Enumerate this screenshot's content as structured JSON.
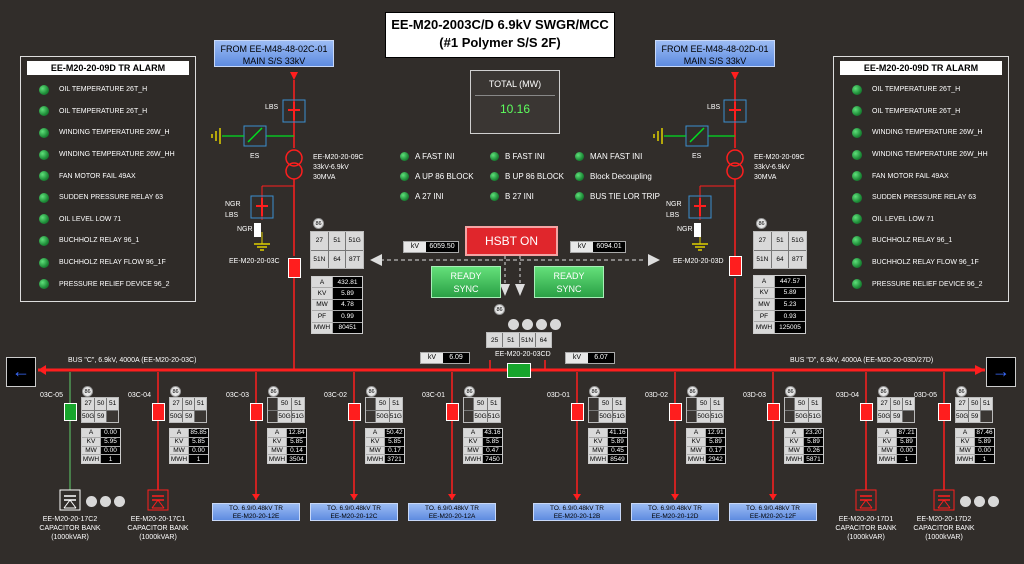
{
  "title": {
    "line1": "EE-M20-2003C/D 6.9kV SWGR/MCC",
    "line2": "(#1 Polymer S/S 2F)"
  },
  "sources": {
    "left": {
      "line1": "FROM EE-M48-48-02C-01",
      "line2": "MAIN S/S 33kV"
    },
    "right": {
      "line1": "FROM EE-M48-48-02D-01",
      "line2": "MAIN S/S 33kV"
    }
  },
  "total": {
    "label": "TOTAL (MW)",
    "value": "10.16"
  },
  "alarm_panels": {
    "title": "EE-M20-20-09D TR ALARM",
    "items": [
      "OIL TEMPERATURE 26T_H",
      "OIL TEMPERATURE 26T_H",
      "WINDING TEMPERATURE 26W_H",
      "WINDING TEMPERATURE 26W_HH",
      "FAN MOTOR FAIL 49AX",
      "SUDDEN PRESSURE RELAY 63",
      "OIL LEVEL LOW 71",
      "BUCHHOLZ RELAY 96_1",
      "BUCHHOLZ RELAY FLOW 96_1F",
      "PRESSURE RELIEF DEVICE 96_2"
    ]
  },
  "indicators": {
    "col1": [
      "A FAST INI",
      "A UP 86 BLOCK",
      "A 27 INI"
    ],
    "col2": [
      "B FAST INI",
      "B UP 86 BLOCK",
      "B 27 INI"
    ],
    "col3": [
      "MAN FAST INI",
      "Block Decoupling",
      "BUS TIE LOR TRIP"
    ]
  },
  "left_tr": {
    "lbs": "LBS",
    "es": "ES",
    "ngr_lbs": "NGR\nLBS",
    "ngr": "NGR",
    "tr_name": "EE-M20-20-09C",
    "tr_ratio": "33kV-6.9kV",
    "tr_rating": "30MVA",
    "breaker": "EE-M20-20-03C",
    "relay": [
      "27",
      "51",
      "51G",
      "51N",
      "64",
      "87T"
    ],
    "r86": "86",
    "kv_label": "kV",
    "kv_value": "6059.50",
    "meter": [
      [
        "A",
        "432.81"
      ],
      [
        "KV",
        "5.89"
      ],
      [
        "MW",
        "4.78"
      ],
      [
        "PF",
        "0.99"
      ],
      [
        "MWH",
        "80451"
      ]
    ]
  },
  "right_tr": {
    "lbs": "LBS",
    "es": "ES",
    "ngr_lbs": "NGR\nLBS",
    "ngr": "NGR",
    "tr_name": "EE-M20-20-09C",
    "tr_ratio": "33kV-6.9kV",
    "tr_rating": "30MVA",
    "breaker": "EE-M20-20-03D",
    "relay": [
      "27",
      "51",
      "51G",
      "51N",
      "64",
      "87T"
    ],
    "r86": "86",
    "kv_label": "kV",
    "kv_value": "6094.01",
    "meter": [
      [
        "A",
        "447.57"
      ],
      [
        "KV",
        "5.89"
      ],
      [
        "MW",
        "5.23"
      ],
      [
        "PF",
        "0.93"
      ],
      [
        "MWH",
        "125005"
      ]
    ]
  },
  "hsbt": "HSBT ON",
  "ready_left": {
    "l1": "READY",
    "l2": "SYNC"
  },
  "ready_right": {
    "l1": "READY",
    "l2": "SYNC"
  },
  "bus_tie": {
    "r86": "86",
    "relay": [
      "25",
      "51",
      "51N",
      "64"
    ],
    "name": "EE-M20-20-03CD",
    "kv_left_label": "kV",
    "kv_left": "6.09",
    "kv_right_label": "kV",
    "kv_right": "6.07"
  },
  "bus_c": "BUS \"C\", 6.9kV, 4000A (EE-M20-20-03C)",
  "bus_d": "BUS \"D\", 6.9kV, 4000A (EE-M20-20-03D/27D)",
  "feeders": [
    {
      "name": "03C-05",
      "relay": [
        "27",
        "50",
        "51",
        "50G",
        "59"
      ],
      "state": "closed",
      "meter": [
        [
          "A",
          "0.00"
        ],
        [
          "KV",
          "5.95"
        ],
        [
          "MW",
          "0.00"
        ],
        [
          "MWH",
          "1"
        ]
      ],
      "load": "cap",
      "cap": [
        "EE-M20-20-17C2",
        "CAPACITOR BANK",
        "(1000kVAR)"
      ]
    },
    {
      "name": "03C-04",
      "relay": [
        "27",
        "50",
        "51",
        "50G",
        "59"
      ],
      "state": "open",
      "meter": [
        [
          "A",
          "85.85"
        ],
        [
          "KV",
          "5.85"
        ],
        [
          "MW",
          "0.00"
        ],
        [
          "MWH",
          "1"
        ]
      ],
      "load": "cap",
      "cap": [
        "EE-M20-20-17C1",
        "CAPACITOR BANK",
        "(1000kVAR)"
      ]
    },
    {
      "name": "03C-03",
      "relay": [
        "50",
        "51",
        "50G",
        "51G"
      ],
      "state": "open",
      "meter": [
        [
          "A",
          "12.84"
        ],
        [
          "KV",
          "5.85"
        ],
        [
          "MW",
          "0.14"
        ],
        [
          "MWH",
          "3504"
        ]
      ],
      "load": "tr",
      "tr": [
        "TO. 6.9/0.48kV TR",
        "EE-M20-20-12E"
      ]
    },
    {
      "name": "03C-02",
      "relay": [
        "50",
        "51",
        "50G",
        "51G"
      ],
      "state": "open",
      "meter": [
        [
          "A",
          "50.42"
        ],
        [
          "KV",
          "5.85"
        ],
        [
          "MW",
          "0.17"
        ],
        [
          "MWH",
          "3721"
        ]
      ],
      "load": "tr",
      "tr": [
        "TO. 6.9/0.48kV TR",
        "EE-M20-20-12C"
      ]
    },
    {
      "name": "03C-01",
      "relay": [
        "50",
        "51",
        "50G",
        "51G"
      ],
      "state": "open",
      "meter": [
        [
          "A",
          "43.16"
        ],
        [
          "KV",
          "5.85"
        ],
        [
          "MW",
          "0.47"
        ],
        [
          "MWH",
          "7450"
        ]
      ],
      "load": "tr",
      "tr": [
        "TO. 6.9/0.48kV TR",
        "EE-M20-20-12A"
      ]
    },
    {
      "name": "03D-01",
      "relay": [
        "50",
        "51",
        "50G",
        "51G"
      ],
      "state": "open",
      "meter": [
        [
          "A",
          "41.16"
        ],
        [
          "KV",
          "5.89"
        ],
        [
          "MW",
          "0.45"
        ],
        [
          "MWH",
          "8549"
        ]
      ],
      "load": "tr",
      "tr": [
        "TO. 6.9/0.48kV TR",
        "EE-M20-20-12B"
      ]
    },
    {
      "name": "03D-02",
      "relay": [
        "50",
        "51",
        "50G",
        "51G"
      ],
      "state": "open",
      "meter": [
        [
          "A",
          "12.91"
        ],
        [
          "KV",
          "5.89"
        ],
        [
          "MW",
          "0.17"
        ],
        [
          "MWH",
          "2942"
        ]
      ],
      "load": "tr",
      "tr": [
        "TO. 6.9/0.48kV TR",
        "EE-M20-20-12D"
      ]
    },
    {
      "name": "03D-03",
      "relay": [
        "50",
        "51",
        "50G",
        "51G"
      ],
      "state": "open",
      "meter": [
        [
          "A",
          "23.20"
        ],
        [
          "KV",
          "5.89"
        ],
        [
          "MW",
          "0.26"
        ],
        [
          "MWH",
          "5871"
        ]
      ],
      "load": "tr",
      "tr": [
        "TO. 6.9/0.48kV TR",
        "EE-M20-20-12F"
      ]
    },
    {
      "name": "03D-04",
      "relay": [
        "27",
        "50",
        "51",
        "50G",
        "59"
      ],
      "state": "open",
      "meter": [
        [
          "A",
          "87.21"
        ],
        [
          "KV",
          "5.89"
        ],
        [
          "MW",
          "0.00"
        ],
        [
          "MWH",
          "1"
        ]
      ],
      "load": "cap",
      "cap": [
        "EE-M20-20-17D1",
        "CAPACITOR BANK",
        "(1000kVAR)"
      ]
    },
    {
      "name": "03D-05",
      "relay": [
        "27",
        "50",
        "51",
        "50G",
        "59"
      ],
      "state": "open",
      "meter": [
        [
          "A",
          "87.46"
        ],
        [
          "KV",
          "5.89"
        ],
        [
          "MW",
          "0.00"
        ],
        [
          "MWH",
          "1"
        ]
      ],
      "load": "cap",
      "cap": [
        "EE-M20-20-17D2",
        "CAPACITOR BANK",
        "(1000kVAR)"
      ]
    }
  ],
  "nav": {
    "left": "←",
    "right": "→"
  },
  "colors": {
    "bg": "#312d2a",
    "bus": "#ff1e1e",
    "closed": "#17a52c",
    "open": "#ff1e1e",
    "led": "#1d8a37"
  }
}
